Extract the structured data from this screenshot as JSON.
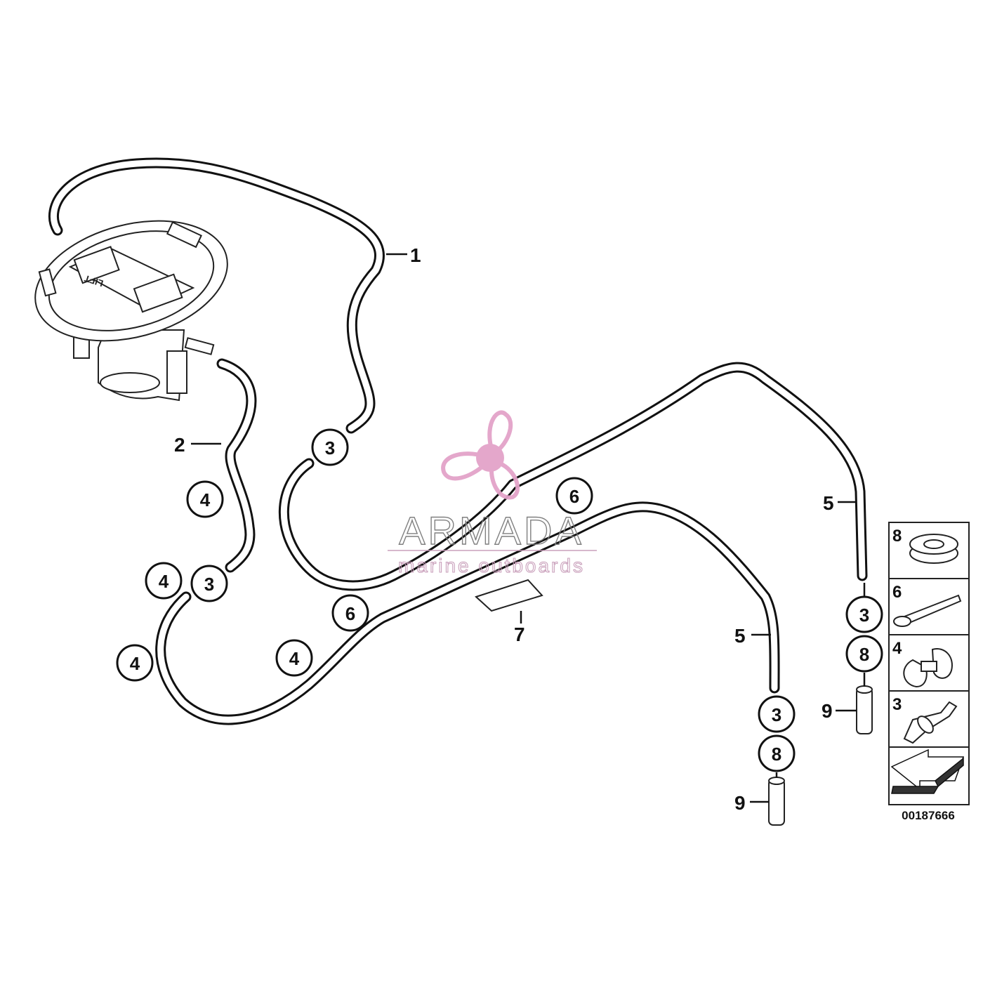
{
  "diagram": {
    "part_callouts": {
      "c1": "1",
      "c2": "2",
      "c5a": "5",
      "c5b": "5",
      "c7": "7",
      "c9a": "9",
      "c9b": "9"
    },
    "circled_refs": {
      "r3a": "3",
      "r3b": "3",
      "r3c": "3",
      "r3d": "3",
      "r4a": "4",
      "r4b": "4",
      "r4c": "4",
      "r4d": "4",
      "r6a": "6",
      "r6b": "6",
      "r8a": "8",
      "r8b": "8"
    },
    "pump_label": "LIFT",
    "legend": [
      {
        "number": "8",
        "part": "grommet-icon"
      },
      {
        "number": "6",
        "part": "cable-tie-icon"
      },
      {
        "number": "4",
        "part": "hose-clip-icon"
      },
      {
        "number": "3",
        "part": "hose-connector-icon"
      }
    ],
    "diagram_id": "00187666"
  },
  "watermark": {
    "brand": "ARMADA",
    "tagline": "marine outboards",
    "logo_color": "#e3a3c9",
    "text_color": "#7a7a7a"
  }
}
